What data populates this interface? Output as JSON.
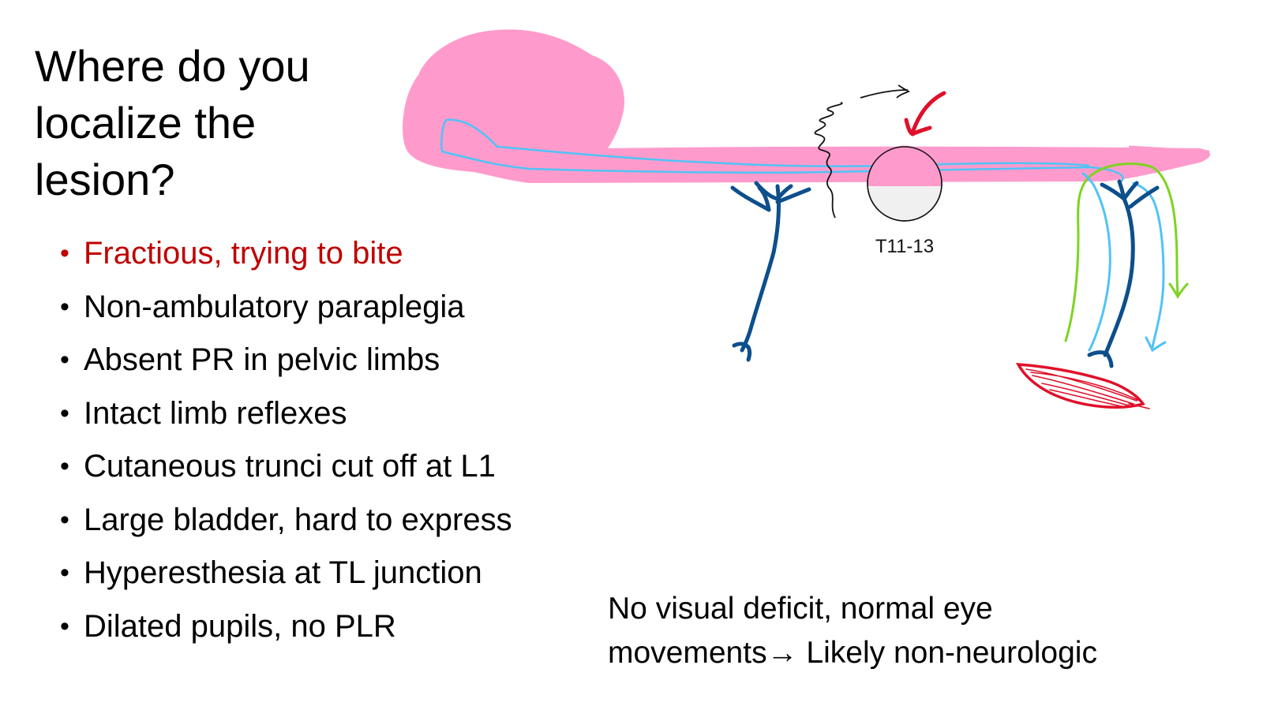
{
  "title": "Where do you localize the lesion?",
  "bullets": [
    "Fractious, trying to bite",
    "Non-ambulatory paraplegia",
    "Absent PR in pelvic limbs",
    "Intact limb reflexes",
    "Cutaneous trunci cut off at L1",
    "Large bladder, hard to express",
    "Hyperesthesia at TL junction",
    "Dilated pupils, no PLR"
  ],
  "highlight_color": "#c00000",
  "diagram": {
    "lesion_label": "T11-13",
    "colors": {
      "cns": "#ff9bcc",
      "sensory_tract": "#4fc3f7",
      "motor_neuron": "#0d4f8b",
      "reflex_arc": "#7ed321",
      "muscle": "#e0102a"
    }
  },
  "note": {
    "line1": "No visual deficit, normal eye",
    "line2_prefix": "movements",
    "arrow": "→",
    "line2_suffix": " Likely non-neurologic"
  }
}
